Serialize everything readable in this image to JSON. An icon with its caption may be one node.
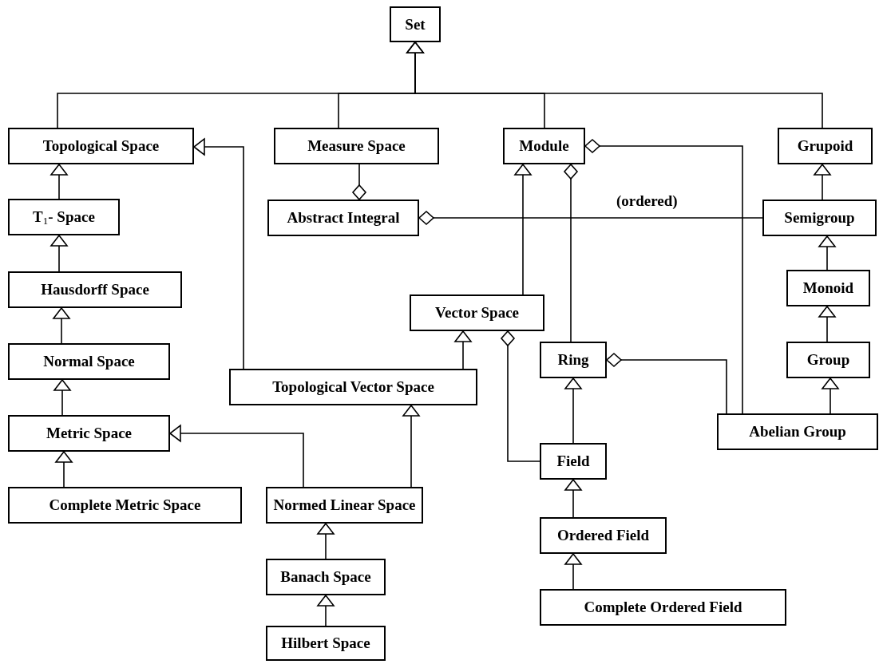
{
  "diagram": {
    "nodes": [
      {
        "text": [
          "Set"
        ]
      },
      {
        "text": [
          "Topological Space"
        ]
      },
      {
        "text": [
          "Measure Space"
        ]
      },
      {
        "text": [
          "Module"
        ]
      },
      {
        "text": [
          "Grupoid"
        ]
      },
      {
        "text": [
          "T$_{1}$- Space"
        ]
      },
      {
        "text": [
          "Abstract Integral"
        ]
      },
      {
        "text": [
          "Semigroup"
        ]
      },
      {
        "text": [
          "Hausdorff Space"
        ]
      },
      {
        "text": [
          "Vector Space"
        ]
      },
      {
        "text": [
          "Monoid"
        ]
      },
      {
        "text": [
          "Normal Space"
        ]
      },
      {
        "text": [
          "Topological Vector Space"
        ]
      },
      {
        "text": [
          "Ring"
        ]
      },
      {
        "text": [
          "Group"
        ]
      },
      {
        "text": [
          "Metric Space"
        ]
      },
      {
        "text": [
          "Abelian  Group"
        ]
      },
      {
        "text": [
          "Field"
        ]
      },
      {
        "text": [
          "Complete Metric Space"
        ]
      },
      {
        "text": [
          "Normed Linear Space"
        ]
      },
      {
        "text": [
          "Ordered Field"
        ]
      },
      {
        "text": [
          "Banach Space"
        ]
      },
      {
        "text": [
          "Complete Ordered Field"
        ]
      },
      {
        "text": [
          "Hilbert Space"
        ]
      }
    ],
    "edges": [
      {
        "from": 1,
        "to": 0,
        "arrow": "to"
      },
      {
        "from": 2,
        "to": 0,
        "arrow": "to"
      },
      {
        "from": 3,
        "to": 0,
        "arrow": "to"
      },
      {
        "from": 4,
        "to": 0,
        "arrow": "to"
      },
      {
        "from": 5,
        "to": 1,
        "arrow": "to"
      },
      {
        "from": 8,
        "to": 5,
        "arrow": "to"
      },
      {
        "from": 11,
        "to": 8,
        "arrow": "to"
      },
      {
        "from": 15,
        "to": 11,
        "arrow": "to"
      },
      {
        "from": 18,
        "to": 15,
        "arrow": "to"
      },
      {
        "from": 12,
        "to": 1,
        "arrow": "to"
      },
      {
        "from": 9,
        "to": 3,
        "arrow": "to"
      },
      {
        "from": 12,
        "to": 9,
        "arrow": "to"
      },
      {
        "from": 19,
        "to": 15,
        "arrow": "to"
      },
      {
        "from": 19,
        "to": 12,
        "arrow": "to"
      },
      {
        "from": 21,
        "to": 19,
        "arrow": "to"
      },
      {
        "from": 23,
        "to": 21,
        "arrow": "to"
      },
      {
        "from": 17,
        "to": 13,
        "arrow": "to"
      },
      {
        "from": 20,
        "to": 17,
        "arrow": "to"
      },
      {
        "from": 22,
        "to": 20,
        "arrow": "to"
      },
      {
        "from": 16,
        "to": 13,
        "arrow": "other"
      },
      {
        "from": 16,
        "to": 3,
        "arrow": "other"
      },
      {
        "from": 13,
        "to": 3,
        "arrow": "other"
      },
      {
        "from": 17,
        "to": 9,
        "arrow": "other"
      },
      {
        "from": 2,
        "to": 6,
        "arrow": "other"
      },
      {
        "from": 7,
        "to": 6,
        "arrow": "other",
        "label": "(ordered)"
      },
      {
        "from": 7,
        "to": 4,
        "arrow": "to"
      },
      {
        "from": 10,
        "to": 7,
        "arrow": "to"
      },
      {
        "from": 14,
        "to": 10,
        "arrow": "to"
      },
      {
        "from": 16,
        "to": 14,
        "arrow": "to"
      }
    ]
  }
}
